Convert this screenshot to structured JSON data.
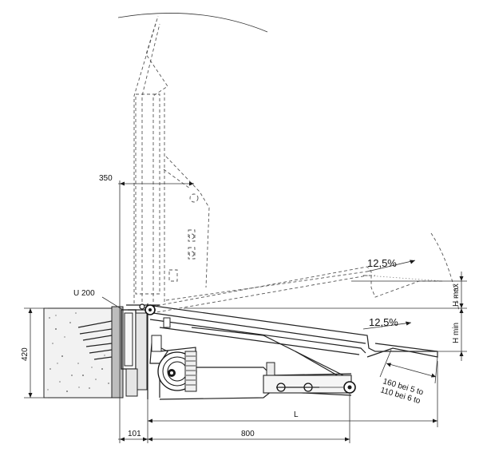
{
  "labels": {
    "dim_350": "350",
    "u_profile": "U 200",
    "dim_420": "420",
    "slope_upper": "12,5%",
    "slope_lower": "12,5%",
    "h_max": "H max",
    "h_min": "H min",
    "lip_line1": "160 bei 5 to",
    "lip_line2": "110 bei 6 to",
    "dim_L": "L",
    "dim_101": "101",
    "dim_800": "800"
  }
}
